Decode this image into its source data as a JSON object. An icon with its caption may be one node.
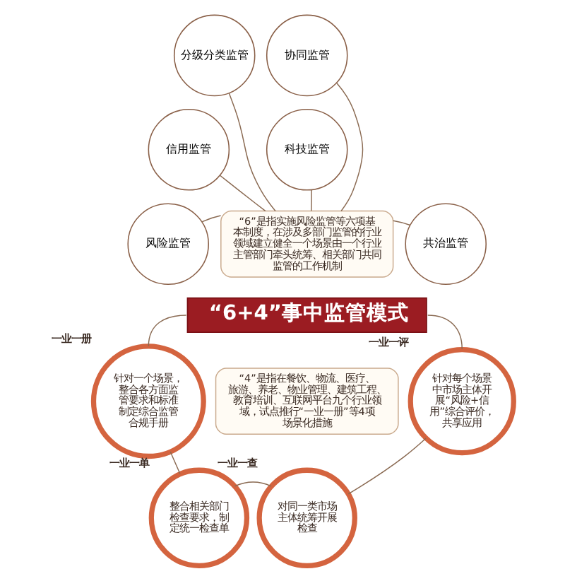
{
  "diagram": {
    "nodes": [
      {
        "text": [
          "风险监管"
        ]
      },
      {
        "text": [
          "信用监管"
        ]
      },
      {
        "text": [
          "分级分类监管"
        ]
      },
      {
        "text": [
          "协同监管"
        ]
      },
      {
        "text": [
          "科技监管"
        ]
      },
      {
        "text": [
          "共治监管"
        ]
      },
      {
        "text": [
          "“6”是指实施风险监管等六项基本制度，在涉及多部门监管的行业领域建立健全一个场景由一个行业主管部门牵头统筹、相关部门共同监管的工作机制"
        ]
      },
      {
        "text": [
          "“6+4”事中监管模式"
        ]
      },
      {
        "text": [
          "“4”是指在餐饮、物流、医疗、旅游、养老、物业管理、建筑工程、教育培训、互联网平台九个行业领域，试点推行“一业一册”等4项场景化措施"
        ]
      },
      {
        "text": [
          "一业一册",
          "针对一个场景，整合各方面监管要求和标准制定综合监管合规手册"
        ]
      },
      {
        "text": [
          "一业一单",
          "整合相关部门检查要求，制定统一检查单"
        ]
      },
      {
        "text": [
          "一业一查",
          "对同一类市场主体统筹开展检查"
        ]
      },
      {
        "text": [
          "一业一评",
          "针对每个场景中市场主体开展“风险+信用”综合评价，共享应用"
        ]
      }
    ],
    "edges": [
      {
        "from": 0,
        "to": 6,
        "arrow": "none"
      },
      {
        "from": 1,
        "to": 6,
        "arrow": "none"
      },
      {
        "from": 2,
        "to": 6,
        "arrow": "none"
      },
      {
        "from": 3,
        "to": 6,
        "arrow": "none"
      },
      {
        "from": 4,
        "to": 6,
        "arrow": "none"
      },
      {
        "from": 5,
        "to": 6,
        "arrow": "none"
      },
      {
        "from": 7,
        "to": 9,
        "arrow": "none"
      },
      {
        "from": 9,
        "to": 10,
        "arrow": "none"
      },
      {
        "from": 10,
        "to": 11,
        "arrow": "none"
      },
      {
        "from": 11,
        "to": 12,
        "arrow": "none"
      },
      {
        "from": 12,
        "to": 7,
        "arrow": "none"
      }
    ]
  }
}
